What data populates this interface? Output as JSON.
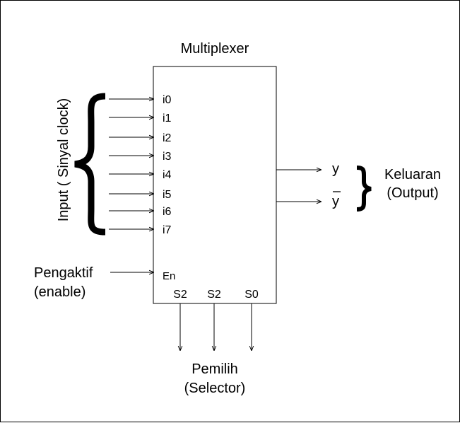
{
  "diagram": {
    "title": "Multiplexer",
    "input_group_label": "Input ( Sinyal clock)",
    "inputs": [
      "i0",
      "i1",
      "i2",
      "i3",
      "i4",
      "i5",
      "i6",
      "i7"
    ],
    "enable": {
      "pin": "En",
      "label_line1": "Pengaktif",
      "label_line2": "(enable)"
    },
    "selects": [
      "S2",
      "S2",
      "S0"
    ],
    "selector_label_line1": "Pemilih",
    "selector_label_line2": "(Selector)",
    "outputs": [
      "y",
      "y"
    ],
    "output_label_line1": "Keluaran",
    "output_label_line2": "(Output)"
  },
  "colors": {
    "stroke": "#000000",
    "background": "#ffffff"
  }
}
